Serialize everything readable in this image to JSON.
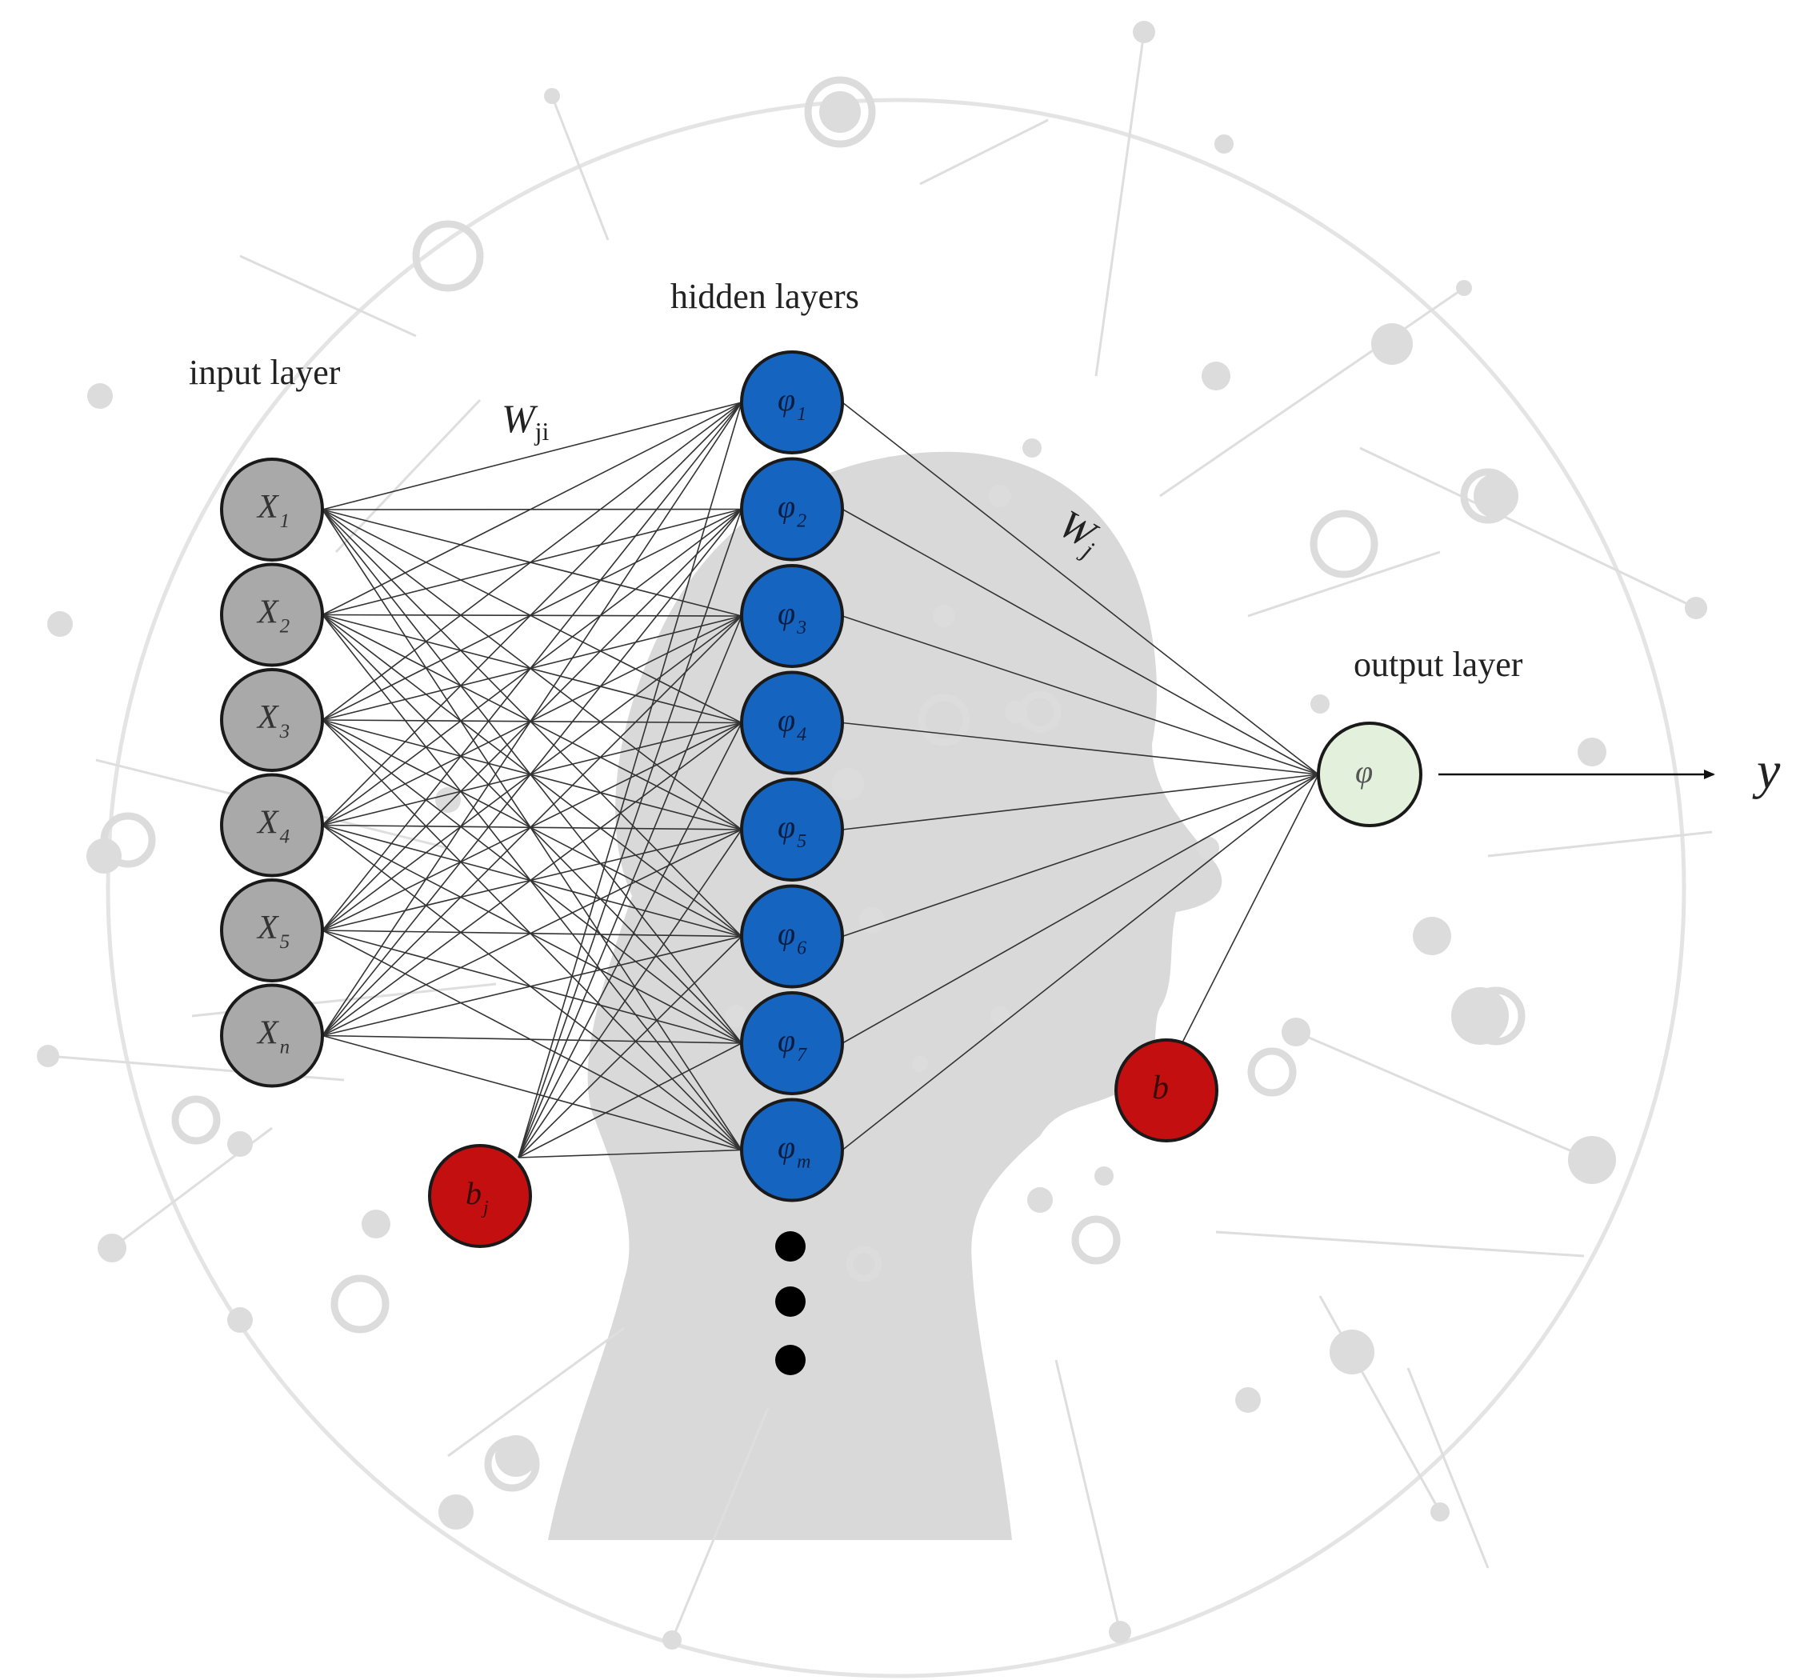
{
  "diagram": {
    "labels": {
      "input_layer": "input layer",
      "hidden_layers": "hidden layers",
      "output_layer": "output layer",
      "weight_input_hidden": {
        "base": "W",
        "sub": "ji"
      },
      "weight_hidden_output": {
        "base": "W",
        "sub": "j"
      },
      "output": "y"
    },
    "input_nodes": [
      {
        "base": "X",
        "sub": "1"
      },
      {
        "base": "X",
        "sub": "2"
      },
      {
        "base": "X",
        "sub": "3"
      },
      {
        "base": "X",
        "sub": "4"
      },
      {
        "base": "X",
        "sub": "5"
      },
      {
        "base": "X",
        "sub": "n"
      }
    ],
    "hidden_nodes": [
      {
        "base": "φ",
        "sub": "1"
      },
      {
        "base": "φ",
        "sub": "2"
      },
      {
        "base": "φ",
        "sub": "3"
      },
      {
        "base": "φ",
        "sub": "4"
      },
      {
        "base": "φ",
        "sub": "5"
      },
      {
        "base": "φ",
        "sub": "6"
      },
      {
        "base": "φ",
        "sub": "7"
      },
      {
        "base": "φ",
        "sub": "m"
      }
    ],
    "hidden_bias": {
      "base": "b",
      "sub": "j"
    },
    "output_bias": {
      "base": "b",
      "sub": ""
    },
    "output_node": {
      "base": "φ",
      "sub": ""
    },
    "colors": {
      "input_fill": "#a9a9a9",
      "hidden_fill": "#1565c0",
      "bias_fill": "#c40f10",
      "output_fill": "#e3f1dc",
      "background_art": "#dcdcdc"
    },
    "icons": [
      "head-silhouette-background",
      "network-nodes-background",
      "ellipsis-dots",
      "arrow-right-icon"
    ]
  }
}
